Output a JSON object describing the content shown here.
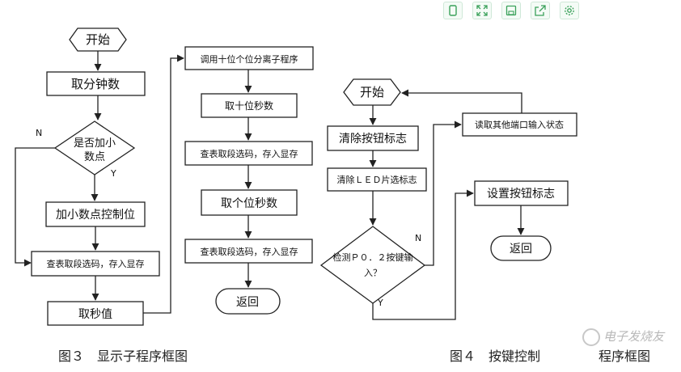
{
  "toolbar": {
    "icons": [
      "phone-icon",
      "expand-icon",
      "save-icon",
      "share-icon",
      "settings-icon"
    ],
    "accent": "#3aa15a"
  },
  "fig3": {
    "caption": "图３　显示子程序框图",
    "start": "开始",
    "get_minutes": "取分钟数",
    "decision_line1": "是否加小",
    "decision_line2": "数点",
    "label_no": "N",
    "label_yes": "Y",
    "add_dot": "加小数点控制位",
    "lookup_a": "查表取段选码，存入显存",
    "get_seconds": "取秒值",
    "call_split": "调用十位个位分离子程序",
    "tens_seconds": "取十位秒数",
    "lookup_b": "查表取段选码，存入显存",
    "ones_seconds": "取个位秒数",
    "lookup_c": "查表取段选码，存入显存",
    "return": "返回"
  },
  "fig4": {
    "caption_left": "图４　按键控制",
    "caption_right": "程序框图",
    "start": "开始",
    "clear_flag": "清除按钮标志",
    "clear_led": "清除ＬＥＤ片选标志",
    "detect_line1": "检测Ｐ０．２按键输",
    "detect_line2": "入？",
    "label_no": "N",
    "label_yes": "Y",
    "read_ports": "读取其他端口输入状态",
    "set_flag": "设置按钮标志",
    "return": "返回"
  },
  "watermark": "电子发烧友"
}
